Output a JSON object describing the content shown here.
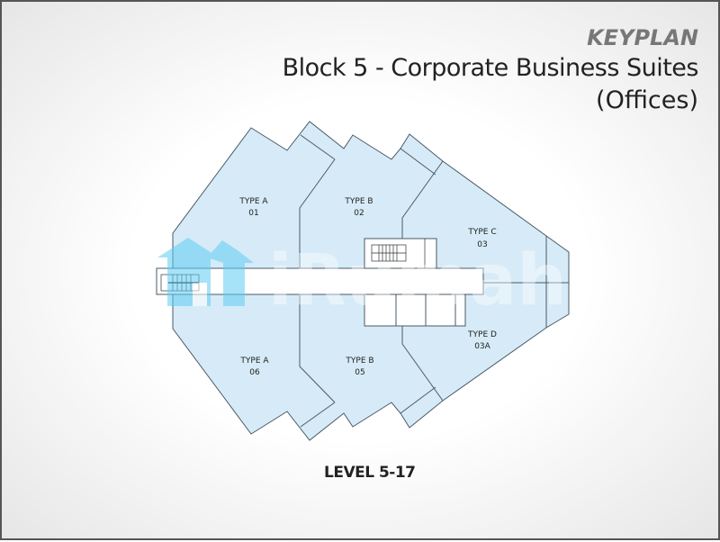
{
  "header": {
    "keyplan": "KEYPLAN",
    "title_line1": "Block 5 - Corporate Business Suites",
    "title_line2": "(Offices)"
  },
  "level_label": "LEVEL 5-17",
  "units": [
    {
      "type": "TYPE A",
      "number": "01"
    },
    {
      "type": "TYPE B",
      "number": "02"
    },
    {
      "type": "TYPE C",
      "number": "03"
    },
    {
      "type": "TYPE D",
      "number": "03A"
    },
    {
      "type": "TYPE B",
      "number": "05"
    },
    {
      "type": "TYPE A",
      "number": "06"
    }
  ],
  "watermark": "iRumah",
  "colors": {
    "unit_fill": "#d6ebf7",
    "outline": "#4a5a66",
    "watermark": "#5fcdf5"
  }
}
